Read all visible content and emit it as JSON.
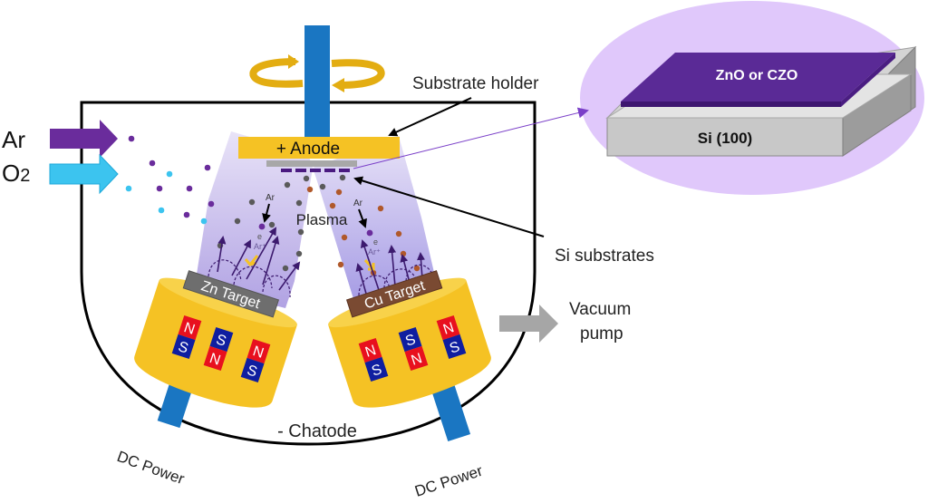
{
  "title": "DC magnetron co-sputtering system schematic",
  "colors": {
    "chamber_line": "#000000",
    "rod_blue": "#1a76c2",
    "gold": "#f5c224",
    "gold_dark": "#d9a514",
    "argon_purple": "#6a2c9c",
    "oxygen_cyan": "#3cc4ef",
    "plasma_light": "#d9d0f2",
    "plasma_dark": "#9c8fdc",
    "zn_target": "#707070",
    "cu_target": "#7a4a32",
    "magnet_red": "#e8101e",
    "magnet_blue": "#0f1ea0",
    "particle_gray": "#5a5a5a",
    "particle_brown": "#b0582a",
    "film_purple": "#4a1a80",
    "inset_bg": "#e0c8fb",
    "pump_arrow": "#a6a6a6"
  },
  "gas_inputs": [
    {
      "label": "Ar",
      "icon": "argon-inlet-arrow"
    },
    {
      "label": "O",
      "subscript": "2",
      "icon": "oxygen-inlet-arrow"
    }
  ],
  "labels": {
    "substrate_holder": "Substrate holder",
    "anode": "+ Anode",
    "plasma": "Plasma",
    "si_substrates": "Si substrates",
    "vacuum_pump_line1": "Vacuum",
    "vacuum_pump_line2": "pump",
    "cathode": "- Chatode",
    "dc_power_left": "DC Power",
    "dc_power_right": "DC Power",
    "zn_target": "Zn Target",
    "cu_target": "Cu Target",
    "ar_left": "Ar",
    "e_left": "e",
    "arplus_left": "Ar⁺",
    "ar_right": "Ar",
    "e_right": "e",
    "arplus_right": "Ar⁺"
  },
  "magnets": {
    "left": [
      {
        "top": "N",
        "bottom": "S"
      },
      {
        "top": "S",
        "bottom": "N"
      },
      {
        "top": "N",
        "bottom": "S"
      }
    ],
    "right": [
      {
        "top": "N",
        "bottom": "S"
      },
      {
        "top": "S",
        "bottom": "N"
      },
      {
        "top": "N",
        "bottom": "S"
      }
    ]
  },
  "inset": {
    "film_label": "ZnO or CZO",
    "substrate_label": "Si (100)"
  }
}
